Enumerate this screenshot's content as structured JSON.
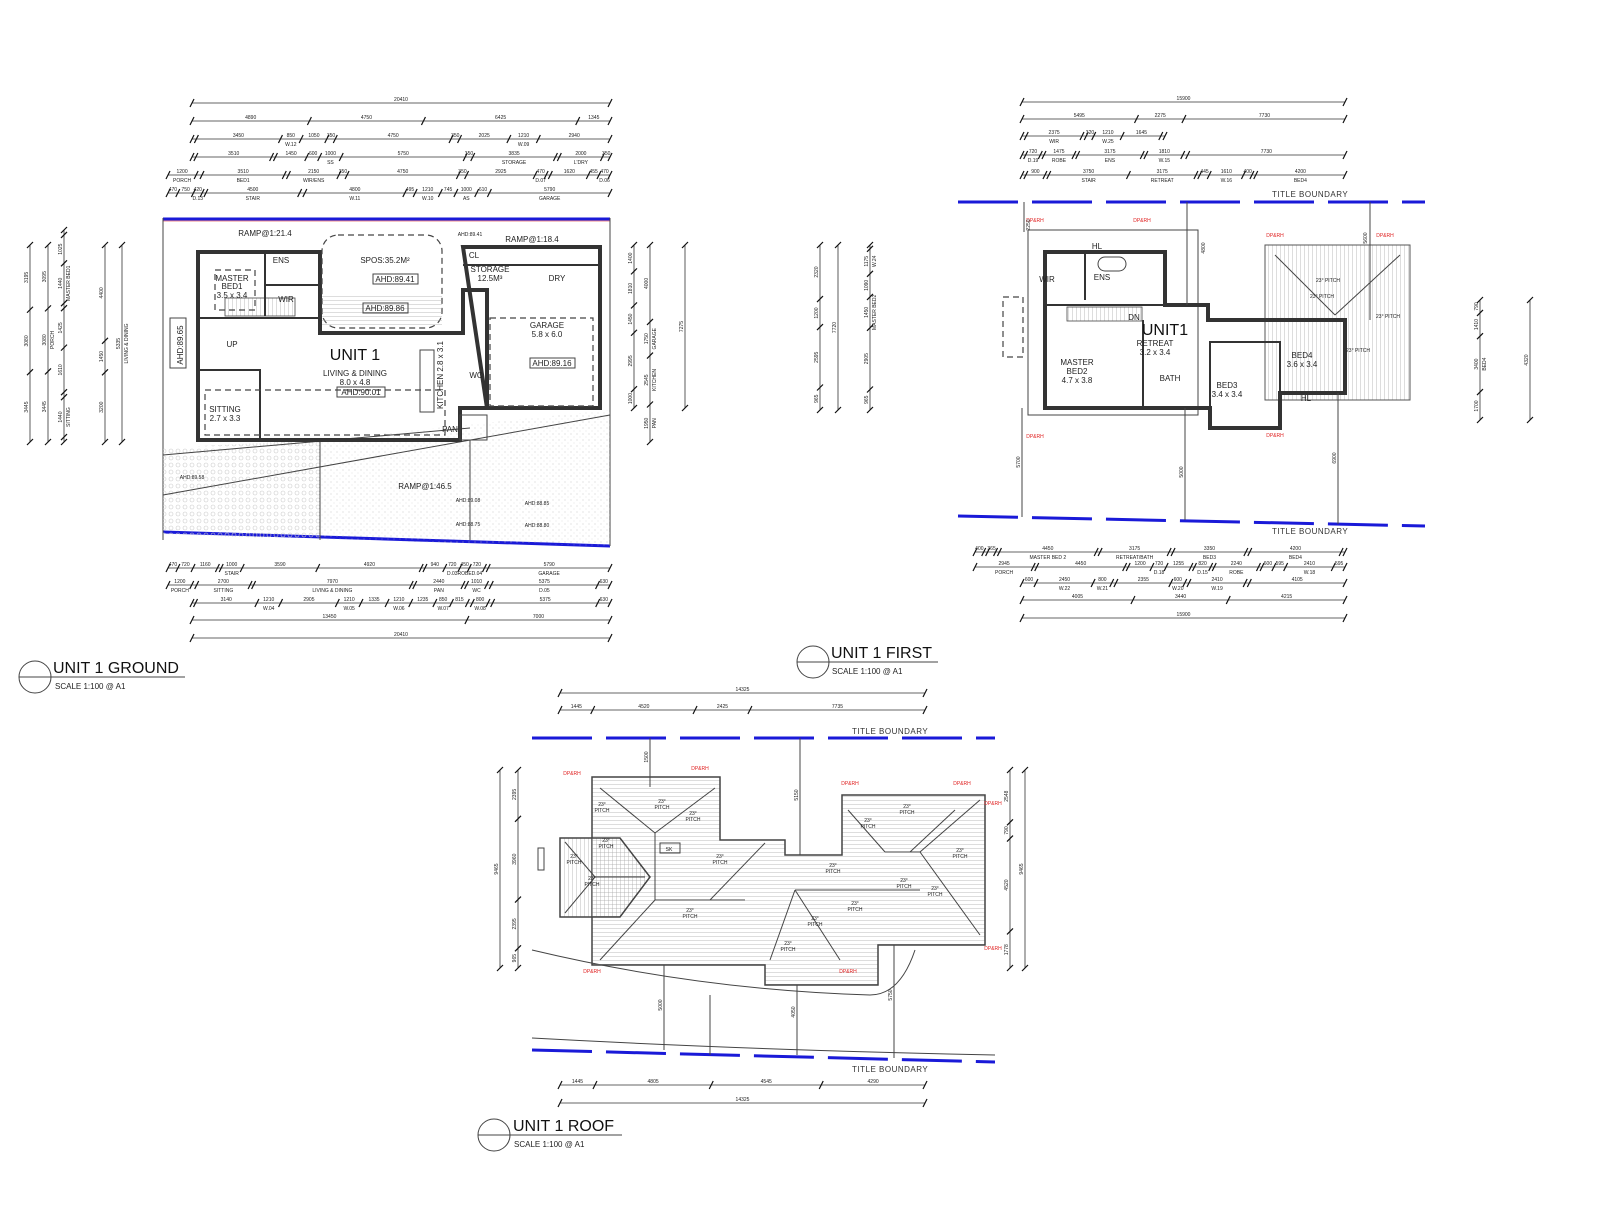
{
  "ground": {
    "title": "UNIT 1 GROUND",
    "scale": "SCALE 1:100 @ A1",
    "unit_label": "UNIT 1",
    "rooms": {
      "living": "LIVING & DINING",
      "living_size": "8.0 x 4.8",
      "living_ahd": "AHD:90.01",
      "master": "MASTER",
      "master2": "BED1",
      "master_size": "3.5 x 3.4",
      "ens": "ENS",
      "wir": "WIR",
      "spos": "SPOS:35.2M²",
      "spos_ahd": "AHD:89.41",
      "deck_ahd": "AHD:89.86",
      "storage": "STORAGE",
      "storage_size": "12.5M³",
      "dry": "DRY",
      "cl": "CL",
      "garage": "GARAGE",
      "garage_size": "5.8 x 6.0",
      "garage_ahd": "AHD:89.16",
      "sitting": "SITTING",
      "sitting_size": "2.7 x 3.3",
      "kitchen": "KITCHEN 2.8 x 3.1",
      "wc": "WC",
      "pan": "PAN",
      "up": "UP"
    },
    "annotations": {
      "ramp1": "RAMP@1:21.4",
      "ramp2": "RAMP@1:18.4",
      "ramp3": "RAMP@1:46.5",
      "ahd_porch": "AHD:89.65",
      "ahd_top": "AHD:89.41",
      "ahd_a": "AHD:89.58",
      "ahd_b": "AHD:89.08",
      "ahd_c": "AHD:88.85",
      "ahd_d": "AHD:88.75",
      "ahd_e": "AHD:88.80"
    },
    "dims_top": [
      [
        [
          "20410",
          ""
        ]
      ],
      [
        [
          "4890",
          ""
        ],
        [
          "4750",
          ""
        ],
        [
          "6425",
          ""
        ],
        [
          "1345",
          ""
        ]
      ],
      [
        [
          "90",
          ""
        ],
        [
          "3450",
          ""
        ],
        [
          "850",
          "W.12"
        ],
        [
          "1050",
          ""
        ],
        [
          "350",
          ""
        ],
        [
          "4750",
          ""
        ],
        [
          "350",
          ""
        ],
        [
          "2025",
          ""
        ],
        [
          "1210",
          "W.09"
        ],
        [
          "2940",
          ""
        ]
      ],
      [
        [
          "90",
          ""
        ],
        [
          "3510",
          ""
        ],
        [
          "90",
          ""
        ],
        [
          "1450",
          ""
        ],
        [
          "600",
          ""
        ],
        [
          "1000",
          "SS"
        ],
        [
          "5750",
          ""
        ],
        [
          "350",
          ""
        ],
        [
          "3835",
          "STORAGE"
        ],
        [
          "90",
          ""
        ],
        [
          "2000",
          "L'DRY"
        ],
        [
          "350",
          ""
        ]
      ],
      [
        [
          "1200",
          "PORCH"
        ],
        [
          "250",
          ""
        ],
        [
          "3510",
          "BED1"
        ],
        [
          "90",
          ""
        ],
        [
          "2150",
          "WIR/ENS"
        ],
        [
          "350",
          ""
        ],
        [
          "4750",
          ""
        ],
        [
          "350",
          ""
        ],
        [
          "2925",
          ""
        ],
        [
          "470",
          "D.07"
        ],
        [
          "90",
          ""
        ],
        [
          "1620",
          ""
        ],
        [
          "455",
          ""
        ],
        [
          "470",
          "D.06"
        ]
      ],
      [
        [
          "470",
          ""
        ],
        [
          "750",
          ""
        ],
        [
          "420",
          "D.13"
        ],
        [
          "90",
          ""
        ],
        [
          "4500",
          "STAIR"
        ],
        [
          "250",
          ""
        ],
        [
          "4800",
          "W.11"
        ],
        [
          "495",
          ""
        ],
        [
          "1210",
          "W.10"
        ],
        [
          "745",
          ""
        ],
        [
          "1000",
          "AS"
        ],
        [
          "610",
          ""
        ],
        [
          "5790",
          "GARAGE"
        ]
      ]
    ],
    "dims_bottom": [
      [
        [
          "470",
          ""
        ],
        [
          "720",
          ""
        ],
        [
          "1160",
          ""
        ],
        [
          "90",
          ""
        ],
        [
          "1000",
          "STAIR"
        ],
        [
          "3590",
          ""
        ],
        [
          "4920",
          ""
        ],
        [
          "90",
          ""
        ],
        [
          "940",
          ""
        ],
        [
          "720",
          "D.03"
        ],
        [
          "450",
          "ROBE"
        ],
        [
          "720",
          "D.04"
        ],
        [
          "90",
          ""
        ],
        [
          "5790",
          "GARAGE"
        ]
      ],
      [
        [
          "1200",
          "PORCH"
        ],
        [
          "250",
          ""
        ],
        [
          "2700",
          "SITTING"
        ],
        [
          "90",
          ""
        ],
        [
          "7970",
          "LIVING & DINING"
        ],
        [
          "90",
          ""
        ],
        [
          "2440",
          "PAN"
        ],
        [
          "90",
          ""
        ],
        [
          "1010",
          "WC"
        ],
        [
          "240",
          ""
        ],
        [
          "5375",
          "D.05"
        ],
        [
          "630",
          ""
        ]
      ],
      [
        [
          "90",
          ""
        ],
        [
          "3140",
          ""
        ],
        [
          "1210",
          "W.04"
        ],
        [
          "2905",
          ""
        ],
        [
          "1210",
          "W.05"
        ],
        [
          "1335",
          ""
        ],
        [
          "1210",
          "W.06"
        ],
        [
          "1235",
          ""
        ],
        [
          "850",
          "W.07"
        ],
        [
          "815",
          ""
        ],
        [
          "250",
          ""
        ],
        [
          "800",
          "W.08"
        ],
        [
          "240",
          ""
        ],
        [
          "5375",
          ""
        ],
        [
          "630",
          ""
        ]
      ],
      [
        [
          "13450",
          ""
        ],
        [
          "7000",
          ""
        ]
      ],
      [
        [
          "20410",
          ""
        ]
      ]
    ],
    "dims_left": [
      [
        [
          "3195",
          ""
        ],
        [
          "3080",
          ""
        ],
        [
          "3445",
          ""
        ]
      ],
      [
        [
          "3095",
          ""
        ],
        [
          "3080",
          "PORCH"
        ],
        [
          "3445",
          ""
        ]
      ],
      [
        [
          "90",
          ""
        ],
        [
          "1025",
          ""
        ],
        [
          "1440",
          "MASTER BED1"
        ],
        [
          "90",
          ""
        ],
        [
          "1425",
          ""
        ],
        [
          "1610",
          ""
        ],
        [
          "90",
          ""
        ],
        [
          "1440",
          "SITTING"
        ],
        [
          "90",
          ""
        ]
      ],
      [
        [
          "4400",
          ""
        ],
        [
          "1450",
          ""
        ],
        [
          "3200",
          ""
        ]
      ],
      [
        [
          "5335",
          "LIVING & DINING"
        ]
      ]
    ],
    "dims_right": [
      [
        [
          "1400",
          ""
        ],
        [
          "1810",
          ""
        ],
        [
          "1450",
          ""
        ],
        [
          "2995",
          ""
        ],
        [
          "1000",
          ""
        ]
      ],
      [
        [
          "4000",
          ""
        ],
        [
          "1750",
          "GARAGE"
        ],
        [
          "2545",
          "KITCHEN"
        ],
        [
          "1950",
          "PAN"
        ]
      ],
      [
        [
          "7275",
          ""
        ]
      ]
    ]
  },
  "first": {
    "title": "UNIT 1 FIRST",
    "scale": "SCALE 1:100 @ A1",
    "unit_label": "UNIT1",
    "title_boundary": "TITLE BOUNDARY",
    "rooms": {
      "retreat": "RETREAT",
      "retreat_size": "3.2 x 3.4",
      "master": "MASTER",
      "master2": "BED2",
      "master_size": "4.7 x 3.8",
      "bed3": "BED3",
      "bed3_size": "3.4 x 3.4",
      "bed4": "BED4",
      "bed4_size": "3.6 x 3.4",
      "wir": "WIR",
      "ens": "ENS",
      "bath": "BATH",
      "hl": "HL",
      "dn": "DN"
    },
    "pitch": "23° PITCH",
    "dp": "DP&RH",
    "setbacks": [
      "2250",
      "4800",
      "5600",
      "5700",
      "5000",
      "6900"
    ],
    "dims_top": [
      [
        [
          "15900",
          ""
        ]
      ],
      [
        [
          "5495",
          ""
        ],
        [
          "2275",
          ""
        ],
        [
          "7730",
          ""
        ]
      ],
      [
        [
          "90",
          ""
        ],
        [
          "2375",
          "WIR"
        ],
        [
          "90",
          ""
        ],
        [
          "320",
          ""
        ],
        [
          "1210",
          "W.25"
        ],
        [
          "1645",
          ""
        ],
        [
          "165",
          ""
        ]
      ],
      [
        [
          "90",
          ""
        ],
        [
          "720",
          "D.19"
        ],
        [
          "90",
          ""
        ],
        [
          "1475",
          "ROBE"
        ],
        [
          "90",
          ""
        ],
        [
          "3175",
          "ENS"
        ],
        [
          "165",
          ""
        ],
        [
          "1810",
          "W.15"
        ],
        [
          "245",
          ""
        ],
        [
          "7730",
          ""
        ]
      ],
      [
        [
          "90",
          ""
        ],
        [
          "900",
          ""
        ],
        [
          "90",
          ""
        ],
        [
          "3750",
          "STAIR"
        ],
        [
          "3175",
          "RETREAT"
        ],
        [
          "165",
          ""
        ],
        [
          "445",
          ""
        ],
        [
          "1610",
          "W.16"
        ],
        [
          "400",
          ""
        ],
        [
          "90",
          ""
        ],
        [
          "4200",
          "BED4"
        ]
      ]
    ],
    "dims_bottom": [
      [
        [
          "400",
          ""
        ],
        [
          "90",
          ""
        ],
        [
          "365",
          ""
        ],
        [
          "90",
          ""
        ],
        [
          "4450",
          "MASTER BED 2"
        ],
        [
          "90",
          ""
        ],
        [
          "3175",
          "RETREAT/BATH"
        ],
        [
          "90",
          ""
        ],
        [
          "3350",
          "BED3"
        ],
        [
          "90",
          ""
        ],
        [
          "4200",
          "BED4"
        ],
        [
          "90",
          ""
        ]
      ],
      [
        [
          "2945",
          "PORCH"
        ],
        [
          "90",
          ""
        ],
        [
          "4450",
          ""
        ],
        [
          "90",
          ""
        ],
        [
          "1200",
          ""
        ],
        [
          "720",
          "D.18"
        ],
        [
          "1255",
          ""
        ],
        [
          "90",
          ""
        ],
        [
          "820",
          "D.15"
        ],
        [
          "90",
          ""
        ],
        [
          "2240",
          "ROBE"
        ],
        [
          "90",
          ""
        ],
        [
          "600",
          ""
        ],
        [
          "595",
          ""
        ],
        [
          "2410",
          "W.18"
        ],
        [
          "595",
          ""
        ]
      ],
      [
        [
          "600",
          ""
        ],
        [
          "2450",
          "W.22"
        ],
        [
          "800",
          "W.21"
        ],
        [
          "90",
          ""
        ],
        [
          "2355",
          ""
        ],
        [
          "600",
          "W.20"
        ],
        [
          "90",
          ""
        ],
        [
          "2410",
          "W.19"
        ],
        [
          "90",
          ""
        ],
        [
          "4105",
          ""
        ]
      ],
      [
        [
          "4005",
          ""
        ],
        [
          "3440",
          ""
        ],
        [
          "4215",
          ""
        ]
      ],
      [
        [
          "15900",
          ""
        ]
      ]
    ],
    "dims_left": [
      [
        [
          "2320",
          ""
        ],
        [
          "1200",
          ""
        ],
        [
          "2595",
          ""
        ],
        [
          "965",
          ""
        ]
      ],
      [
        [
          "7720",
          ""
        ]
      ],
      [
        [
          "90",
          ""
        ],
        [
          "1175",
          "W.24"
        ],
        [
          "1090",
          ""
        ],
        [
          "1450",
          "MASTER BED2"
        ],
        [
          "2905",
          ""
        ],
        [
          "965",
          ""
        ]
      ]
    ],
    "dims_right": [
      [
        [
          "790",
          ""
        ],
        [
          "1410",
          ""
        ],
        [
          "3400",
          "BED4"
        ],
        [
          "1700",
          ""
        ]
      ],
      [
        [
          "4320",
          ""
        ]
      ]
    ]
  },
  "roof": {
    "title": "UNIT 1 ROOF",
    "scale": "SCALE 1:100 @ A1",
    "title_boundary": "TITLE BOUNDARY",
    "pitch_deg": "23°",
    "pitch_word": "PITCH",
    "skylight": "SK",
    "dp": "DP&RH",
    "setbacks": [
      "1500",
      "5150",
      "5000",
      "4050",
      "5750"
    ],
    "dims_top": [
      [
        [
          "14325",
          ""
        ]
      ],
      [
        [
          "1445",
          ""
        ],
        [
          "4520",
          ""
        ],
        [
          "2425",
          ""
        ],
        [
          "7735",
          ""
        ]
      ]
    ],
    "dims_bottom": [
      [
        [
          "1445",
          ""
        ],
        [
          "4805",
          ""
        ],
        [
          "4545",
          ""
        ],
        [
          "4290",
          ""
        ]
      ],
      [
        [
          "14325",
          ""
        ]
      ]
    ],
    "dims_left": [
      [
        [
          "2395",
          ""
        ],
        [
          "3960",
          ""
        ],
        [
          "2395",
          ""
        ],
        [
          "965",
          ""
        ]
      ],
      [
        [
          "9465",
          ""
        ]
      ]
    ],
    "dims_right": [
      [
        [
          "2548",
          ""
        ],
        [
          "790",
          ""
        ],
        [
          "4520",
          ""
        ],
        [
          "1778",
          ""
        ]
      ],
      [
        [
          "9465",
          ""
        ]
      ]
    ]
  },
  "colors": {
    "boundary": "#1a1ad8",
    "downpipe": "#e02020",
    "wall": "#333333"
  }
}
